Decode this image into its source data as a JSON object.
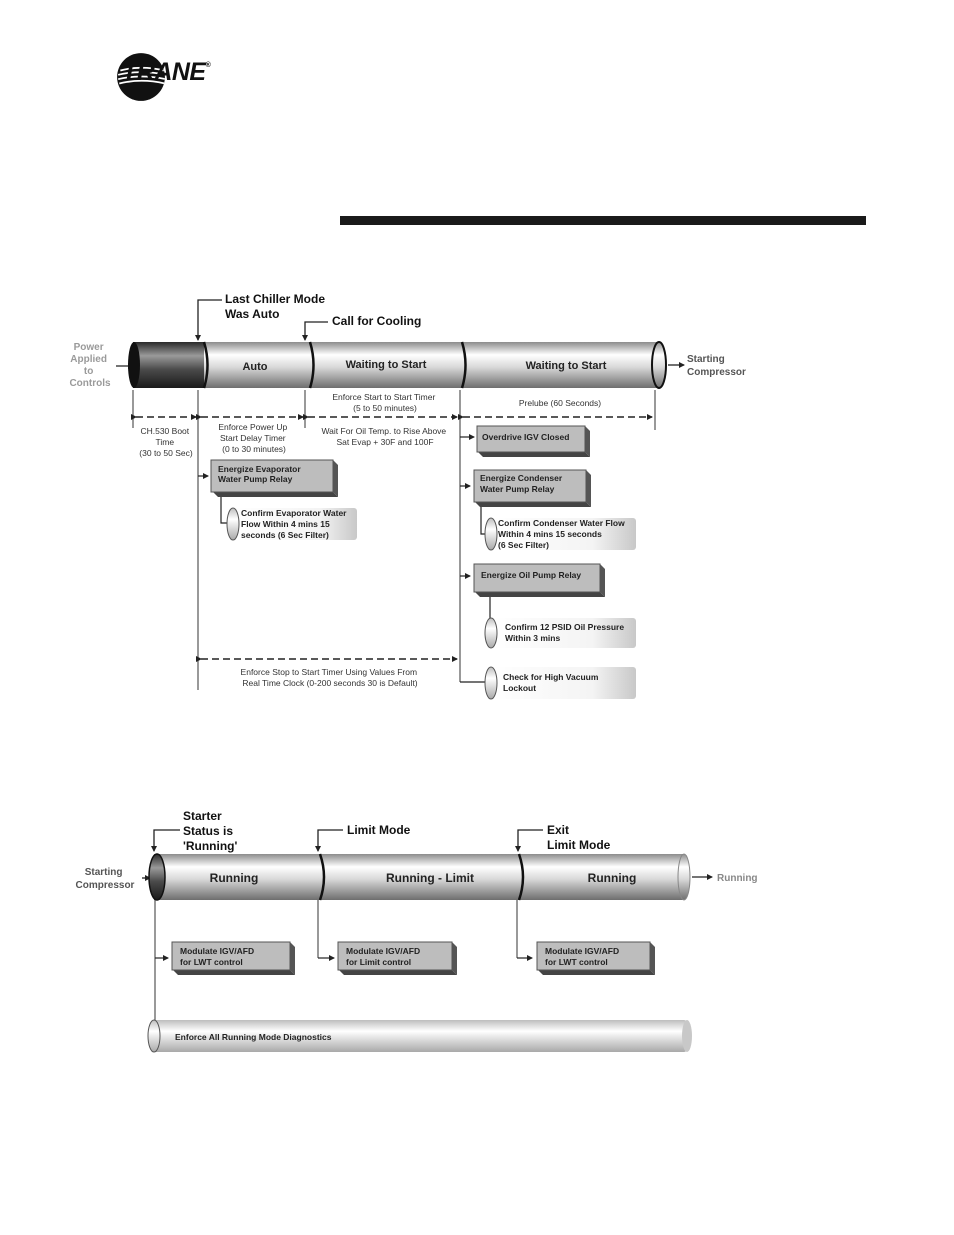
{
  "brand": {
    "name": "TRANE"
  },
  "diagram1": {
    "events": {
      "last_chiller_mode": [
        "Last Chiller Mode",
        "Was Auto"
      ],
      "call_for_cooling": "Call for Cooling"
    },
    "left_label": [
      "Power",
      "Applied",
      "to",
      "Controls"
    ],
    "right_label": [
      "Starting",
      "Compressor"
    ],
    "segments": [
      "Auto",
      "Waiting to Start",
      "Waiting to Start"
    ],
    "timers": {
      "boot": [
        "CH.530 Boot",
        "Time",
        "(30 to 50 Sec)"
      ],
      "power_up": [
        "Enforce Power Up",
        "Start Delay Timer",
        "(0 to 30 minutes)"
      ],
      "start_to_start": [
        "Enforce Start to Start Timer",
        "(5 to 50 minutes)"
      ],
      "oil_temp": [
        "Wait For Oil Temp. to Rise Above",
        "Sat Evap + 30F and 100F"
      ],
      "prelube": "Prelube (60 Seconds)",
      "stop_to_start": [
        "Enforce Stop to Start Timer Using Values From",
        "Real Time Clock (0-200 seconds 30 is Default)"
      ]
    },
    "boxes": {
      "evap_pump": [
        "Energize Evaporator",
        "Water Pump Relay"
      ],
      "igv_closed": [
        "Overdrive IGV Closed"
      ],
      "cond_pump": [
        "Energize Condenser",
        "Water Pump Relay"
      ],
      "oil_pump": [
        "Energize Oil Pump Relay"
      ]
    },
    "pills": {
      "evap_flow": [
        "Confirm Evaporator Water",
        "Flow Within 4 mins 15",
        "seconds (6 Sec Filter)"
      ],
      "cond_flow": [
        "Confirm Condenser Water Flow",
        "Within 4 mins 15 seconds",
        "(6 Sec Filter)"
      ],
      "oil_pressure": [
        "Confirm 12 PSID Oil Pressure",
        "Within 3 mins"
      ],
      "vacuum": [
        "Check for High Vacuum",
        "Lockout"
      ]
    }
  },
  "diagram2": {
    "events": {
      "starter_running": [
        "Starter",
        "Status is",
        "'Running'"
      ],
      "limit_mode": "Limit Mode",
      "exit_limit": [
        "Exit",
        "Limit Mode"
      ]
    },
    "left_label": [
      "Starting",
      "Compressor"
    ],
    "right_label": "Running",
    "segments": [
      "Running",
      "Running - Limit",
      "Running"
    ],
    "boxes": {
      "lwt_1": [
        "Modulate IGV/AFD",
        "for LWT control"
      ],
      "limit": [
        "Modulate IGV/AFD",
        "for Limit control"
      ],
      "lwt_2": [
        "Modulate IGV/AFD",
        "for LWT control"
      ]
    },
    "diagnostics": "Enforce All Running Mode Diagnostics"
  }
}
